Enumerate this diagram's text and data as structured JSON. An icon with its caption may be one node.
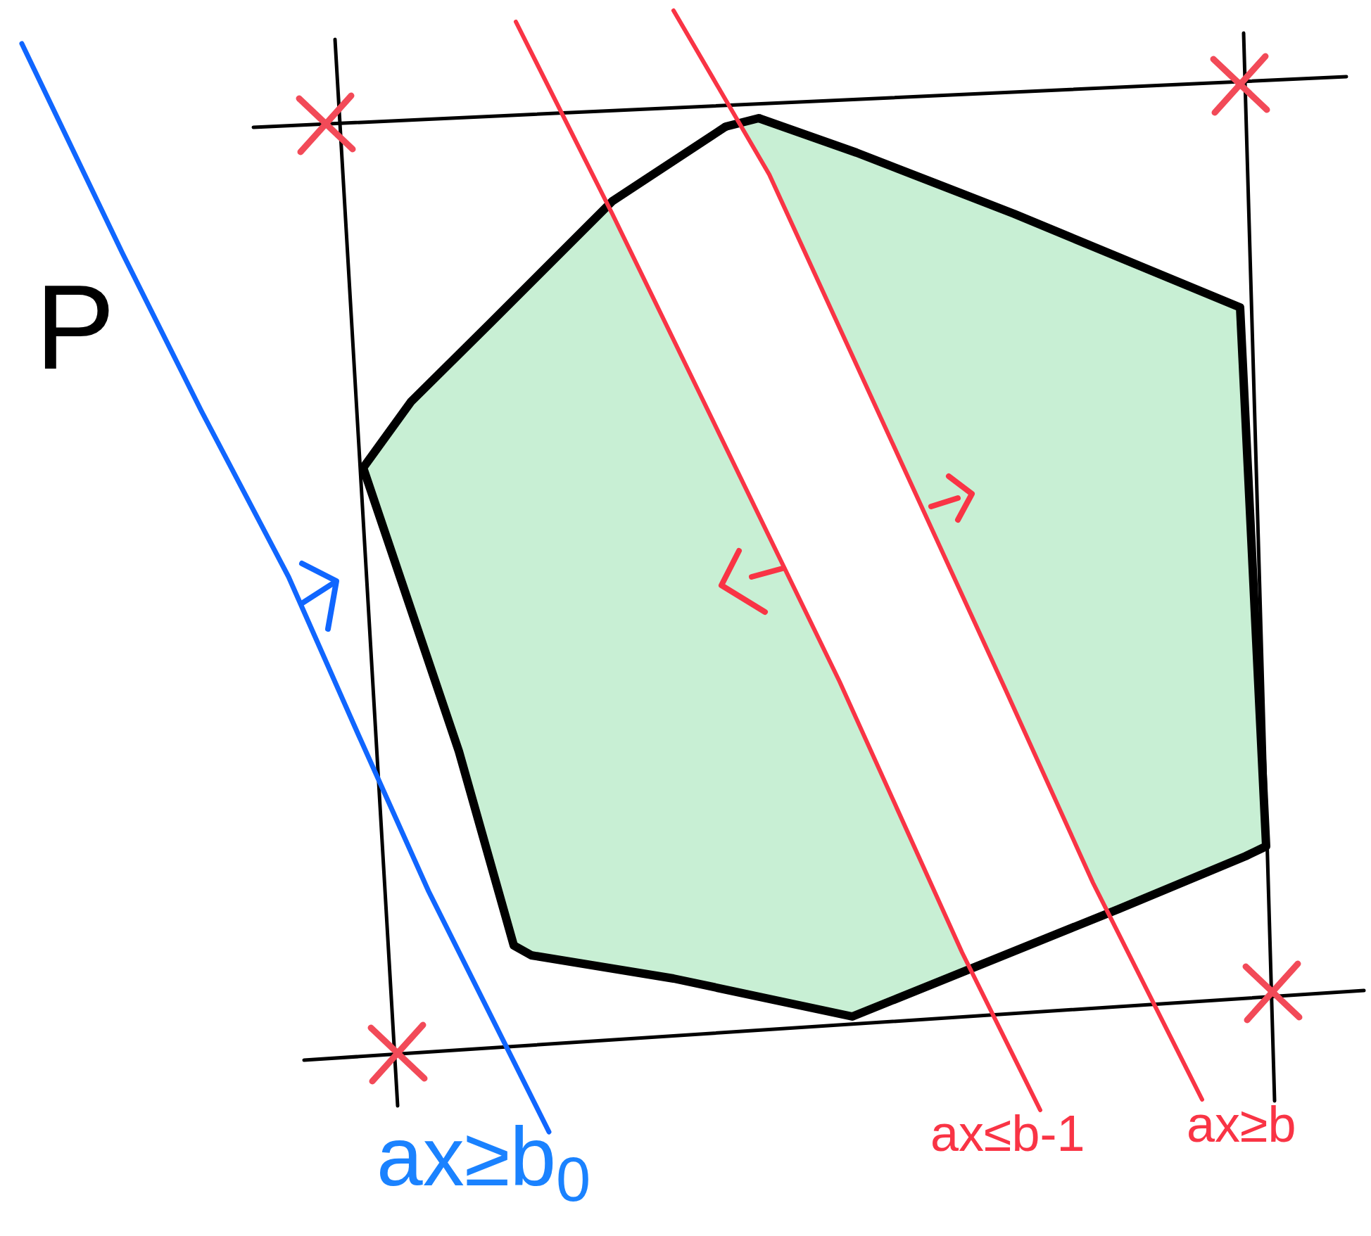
{
  "diagram": {
    "labels": [
      "P",
      "ax≥b$_{0}$",
      "ax≤b-1",
      "ax≥b"
    ]
  }
}
